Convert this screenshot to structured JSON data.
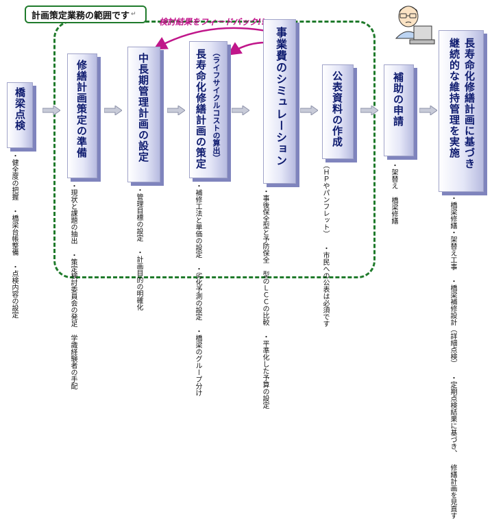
{
  "scope_label": "計画策定業務の範囲です",
  "feedback_label": "検討結果をフィードバック!!",
  "steps": [
    {
      "title": "橋梁点検",
      "notes": [
        "・健全度の把握",
        "・橋梁台帳整備",
        "・点検内容の設定"
      ]
    },
    {
      "title": "修繕計画策定の準備",
      "notes": [
        "・現状と課題の抽出",
        "・策定検討委員会の発足",
        "学識経験者の手配"
      ]
    },
    {
      "title": "中長期管理計画の設定",
      "notes": [
        "・管理目標の設定",
        "・計画目的の明確化"
      ]
    },
    {
      "title": "長寿命化修繕計画の策定",
      "subtitle": "（ライフサイクルコストの算出）",
      "notes": [
        "・補修工法と単価の設定",
        "・劣化予測の設定",
        "・橋梁のグループ分け"
      ]
    },
    {
      "title": "事業費のシミュレーション",
      "notes": [
        "・事後保全型と予防保全",
        "型のＬＣＣの比較",
        "・平準化した予算の設定"
      ]
    },
    {
      "title": "公表資料の作成",
      "subtitle": "（ＨＰやパンフレット）",
      "notes": [
        "・市民への公表は必須です"
      ]
    },
    {
      "title": "補助の申請",
      "notes": [
        "・架替え",
        "橋梁修繕"
      ]
    },
    {
      "title": "長寿命化修繕計画に基づき継続的な維持管理を実施",
      "title_lines": [
        "長寿命化修繕計画に基づき",
        "継続的な維持管理を実施"
      ],
      "notes": [
        "・橋梁修繕・架替え工事",
        "・橋梁補修設計（詳細点検）",
        "・定期点検結果に基づき、",
        "修繕計画を見直す"
      ]
    }
  ],
  "colors": {
    "scope_border": "#1f7a2b",
    "feedback": "#c0168a",
    "title_text": "#0d1a6e"
  }
}
